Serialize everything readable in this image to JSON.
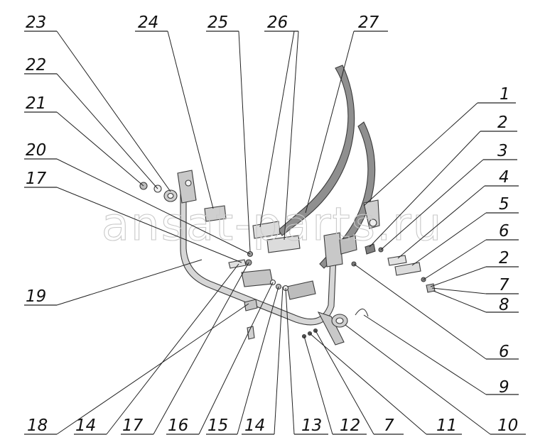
{
  "watermark": "ansat-parts.ru",
  "callouts": [
    {
      "id": "c1",
      "number": "1"
    },
    {
      "id": "c2a",
      "number": "2"
    },
    {
      "id": "c3",
      "number": "3"
    },
    {
      "id": "c4",
      "number": "4"
    },
    {
      "id": "c5",
      "number": "5"
    },
    {
      "id": "c6a",
      "number": "6"
    },
    {
      "id": "c2b",
      "number": "2"
    },
    {
      "id": "c7a",
      "number": "7"
    },
    {
      "id": "c8",
      "number": "8"
    },
    {
      "id": "c6b",
      "number": "6"
    },
    {
      "id": "c9",
      "number": "9"
    },
    {
      "id": "c10",
      "number": "10"
    },
    {
      "id": "c11",
      "number": "11"
    },
    {
      "id": "c7b",
      "number": "7"
    },
    {
      "id": "c12",
      "number": "12"
    },
    {
      "id": "c13",
      "number": "13"
    },
    {
      "id": "c14a",
      "number": "14"
    },
    {
      "id": "c15",
      "number": "15"
    },
    {
      "id": "c16",
      "number": "16"
    },
    {
      "id": "c17a",
      "number": "17"
    },
    {
      "id": "c14b",
      "number": "14"
    },
    {
      "id": "c18",
      "number": "18"
    },
    {
      "id": "c19",
      "number": "19"
    },
    {
      "id": "c17b",
      "number": "17"
    },
    {
      "id": "c20",
      "number": "20"
    },
    {
      "id": "c21",
      "number": "21"
    },
    {
      "id": "c22",
      "number": "22"
    },
    {
      "id": "c23",
      "number": "23"
    },
    {
      "id": "c24",
      "number": "24"
    },
    {
      "id": "c25",
      "number": "25"
    },
    {
      "id": "c26",
      "number": "26"
    },
    {
      "id": "c27",
      "number": "27"
    }
  ],
  "colors": {
    "part_fill": "#d9d9d9",
    "part_dark": "#9a9a9a",
    "line": "#222222",
    "watermark": "#c9c9c9"
  }
}
